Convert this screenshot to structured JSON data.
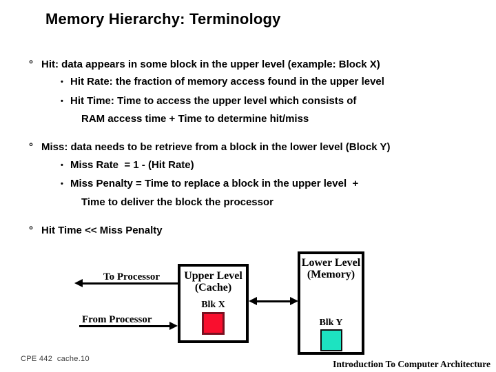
{
  "slide": {
    "title": "Memory Hierarchy: Terminology",
    "bullets": [
      {
        "marker": "°",
        "text": "Hit: data appears in some block in the upper level (example: Block X)"
      },
      {
        "marker": "•",
        "text": "Hit Rate: the fraction of memory access found in the upper level"
      },
      {
        "marker": "•",
        "text": "Hit Time: Time to access the upper level which consists of"
      },
      {
        "marker": "",
        "text": "RAM access time + Time to determine hit/miss"
      },
      {
        "marker": "°",
        "text": "Miss: data needs to be retrieve from a block in the lower level (Block Y)"
      },
      {
        "marker": "•",
        "text": "Miss Rate  = 1 - (Hit Rate)"
      },
      {
        "marker": "•",
        "text": "Miss Penalty = Time to replace a block in the upper level  +"
      },
      {
        "marker": "",
        "text": "Time to deliver the block the processor"
      },
      {
        "marker": "°",
        "text": "Hit Time << Miss Penalty"
      }
    ],
    "diagram": {
      "to_processor_label": "To Processor",
      "from_processor_label": "From Processor",
      "upper_level": {
        "title": "Upper Level",
        "subtitle": "(Cache)",
        "block_label": "Blk X",
        "block_color": "#f90f2e"
      },
      "lower_level": {
        "title": "Lower Level",
        "subtitle": "(Memory)",
        "block_label": "Blk Y",
        "block_color": "#1de3c1"
      }
    },
    "footer": {
      "left": "CPE 442  cache.10",
      "right": "Introduction To Computer Architecture"
    }
  }
}
